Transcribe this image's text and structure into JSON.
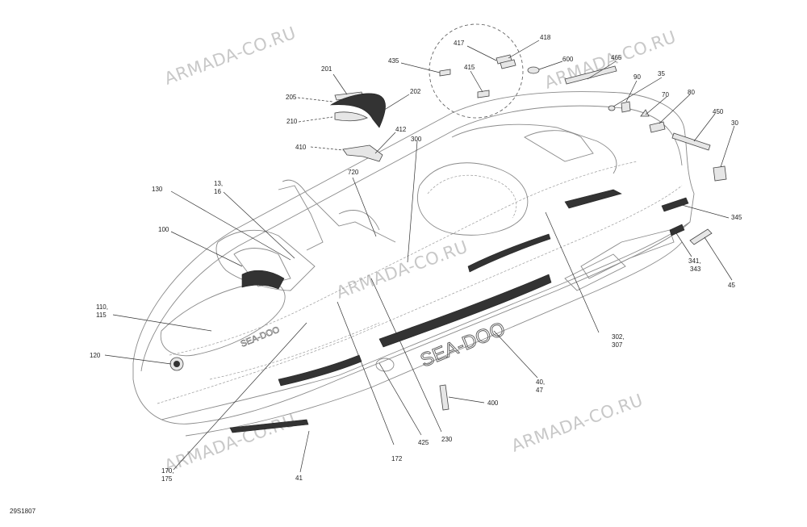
{
  "diagram_code": "29S1807",
  "watermark": "ARMADA-CO.RU",
  "callouts": [
    {
      "id": "201",
      "lines": [
        "201"
      ]
    },
    {
      "id": "205",
      "lines": [
        "205"
      ]
    },
    {
      "id": "210",
      "lines": [
        "210"
      ]
    },
    {
      "id": "202",
      "lines": [
        "202"
      ]
    },
    {
      "id": "412",
      "lines": [
        "412"
      ]
    },
    {
      "id": "410",
      "lines": [
        "410"
      ]
    },
    {
      "id": "435",
      "lines": [
        "435"
      ]
    },
    {
      "id": "417",
      "lines": [
        "417"
      ]
    },
    {
      "id": "415",
      "lines": [
        "415"
      ]
    },
    {
      "id": "418",
      "lines": [
        "418"
      ]
    },
    {
      "id": "600",
      "lines": [
        "600"
      ]
    },
    {
      "id": "465",
      "lines": [
        "465"
      ]
    },
    {
      "id": "90",
      "lines": [
        "90"
      ]
    },
    {
      "id": "35",
      "lines": [
        "35"
      ]
    },
    {
      "id": "70",
      "lines": [
        "70"
      ]
    },
    {
      "id": "80",
      "lines": [
        "80"
      ]
    },
    {
      "id": "450",
      "lines": [
        "450"
      ]
    },
    {
      "id": "30",
      "lines": [
        "30"
      ]
    },
    {
      "id": "345",
      "lines": [
        "345"
      ]
    },
    {
      "id": "341",
      "lines": [
        "341,",
        "343"
      ]
    },
    {
      "id": "45",
      "lines": [
        "45"
      ]
    },
    {
      "id": "300",
      "lines": [
        "300"
      ]
    },
    {
      "id": "720",
      "lines": [
        "720"
      ]
    },
    {
      "id": "130",
      "lines": [
        "130"
      ]
    },
    {
      "id": "13",
      "lines": [
        "13,",
        "16"
      ]
    },
    {
      "id": "100",
      "lines": [
        "100"
      ]
    },
    {
      "id": "110",
      "lines": [
        "110,",
        "115"
      ]
    },
    {
      "id": "120",
      "lines": [
        "120"
      ]
    },
    {
      "id": "302",
      "lines": [
        "302,",
        "307"
      ]
    },
    {
      "id": "40",
      "lines": [
        "40,",
        "47"
      ]
    },
    {
      "id": "400",
      "lines": [
        "400"
      ]
    },
    {
      "id": "230",
      "lines": [
        "230"
      ]
    },
    {
      "id": "425",
      "lines": [
        "425"
      ]
    },
    {
      "id": "172",
      "lines": [
        "172"
      ]
    },
    {
      "id": "41",
      "lines": [
        "41"
      ]
    },
    {
      "id": "170",
      "lines": [
        "170,",
        "175"
      ]
    }
  ]
}
